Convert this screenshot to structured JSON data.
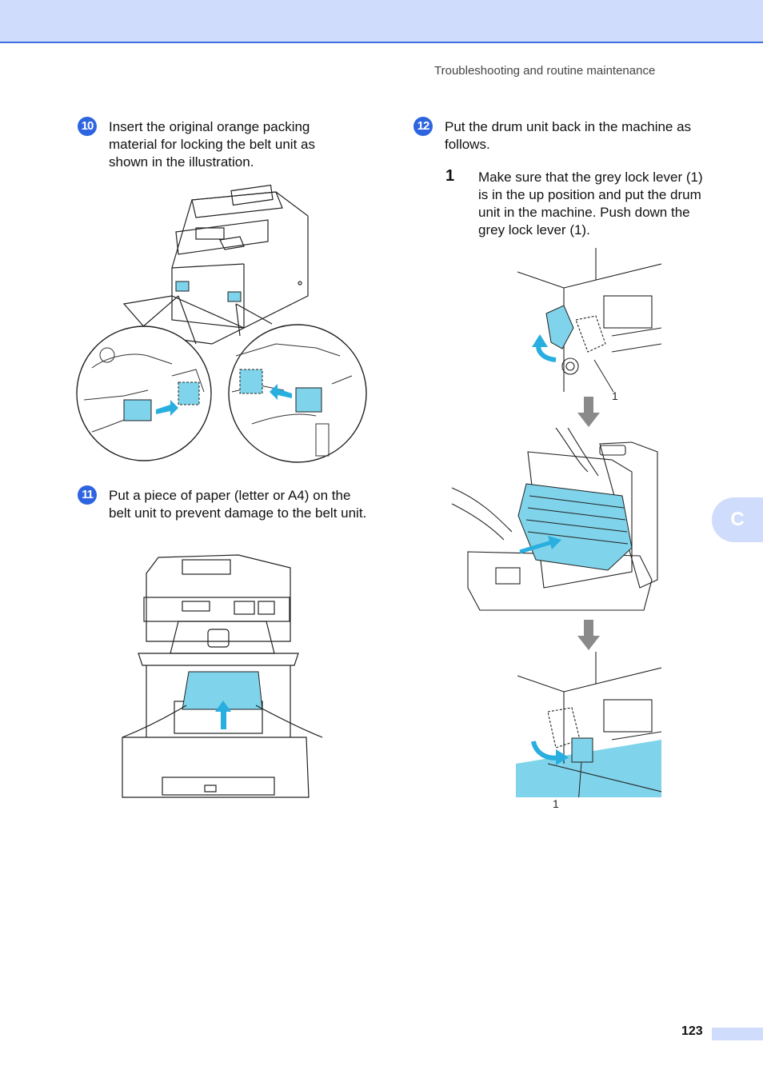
{
  "header": {
    "running_title": "Troubleshooting and routine maintenance"
  },
  "steps": [
    {
      "badge": "10",
      "text": "Insert the original orange packing material for locking the belt unit as shown in the illustration."
    },
    {
      "badge": "11",
      "text": "Put a piece of paper (letter or A4) on the belt unit to prevent damage to the belt unit."
    },
    {
      "badge": "12",
      "text": "Put the drum unit back in the machine as follows."
    }
  ],
  "substep": {
    "number": "1",
    "text": "Make sure that the grey lock lever (1) is in the up position and put the drum unit in the machine. Push down the grey lock lever (1)."
  },
  "figure_callouts": {
    "lever_up": "1",
    "lever_down": "1"
  },
  "side_tab": {
    "label": "C"
  },
  "footer": {
    "page_number": "123"
  },
  "colors": {
    "accent_blue": "#2f64e0",
    "tab_blue": "#cfdcfb",
    "highlight_cyan": "#7fd3ea",
    "arrow_grey": "#8a8a8a"
  }
}
